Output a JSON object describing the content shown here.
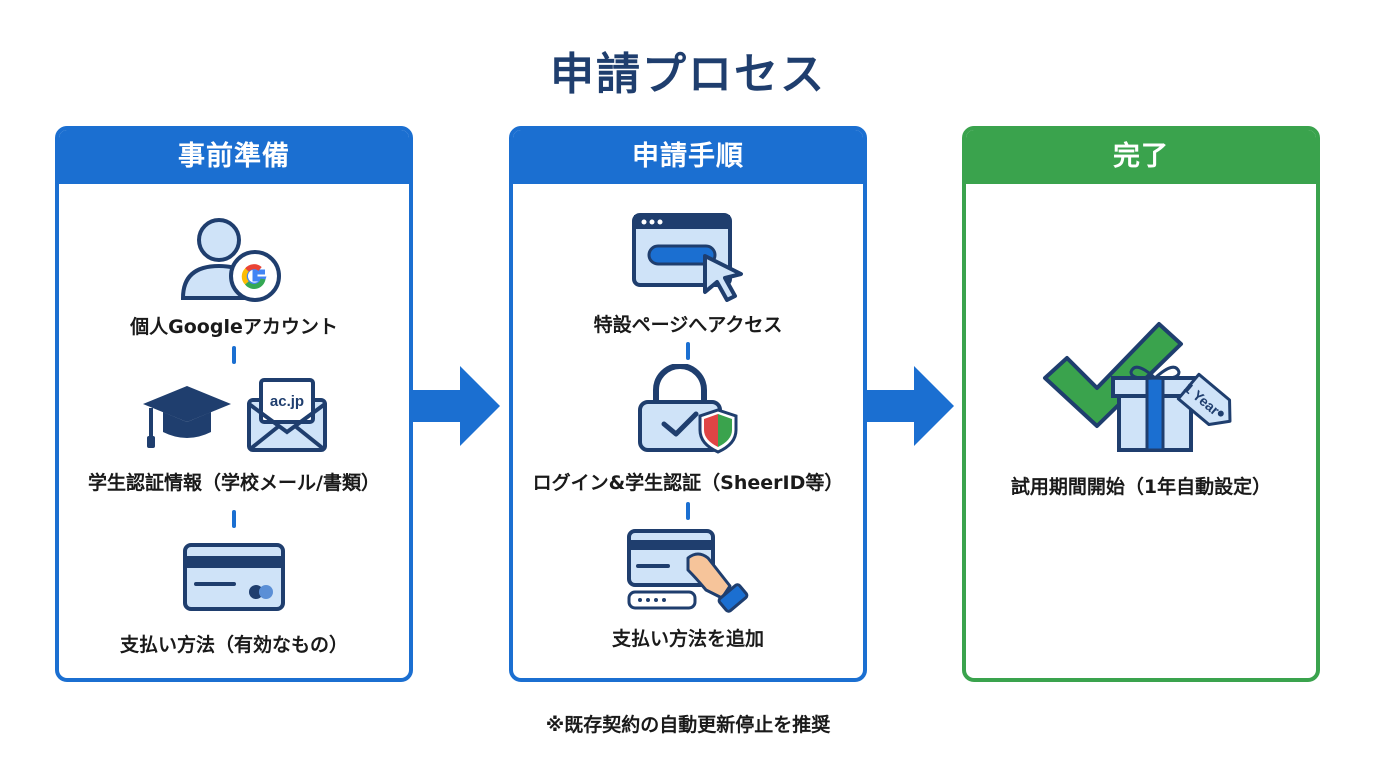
{
  "title": "申請プロセス",
  "panels": [
    {
      "heading": "事前準備",
      "items": [
        {
          "label": "個人Googleアカウント",
          "icon": "user-google-icon"
        },
        {
          "label": "学生認証情報（学校メール/書類）",
          "icon": "graduation-mail-icon",
          "badge": "ac.jp"
        },
        {
          "label": "支払い方法（有効なもの）",
          "icon": "credit-card-icon"
        }
      ]
    },
    {
      "heading": "申請手順",
      "items": [
        {
          "label": "特設ページへアクセス",
          "icon": "browser-cursor-icon"
        },
        {
          "label": "ログイン&学生認証（SheerID等）",
          "icon": "lock-shield-icon"
        },
        {
          "label": "支払い方法を追加",
          "icon": "card-hand-icon"
        }
      ]
    },
    {
      "heading": "完了",
      "items": [
        {
          "label": "試用期間開始（1年自動設定）",
          "icon": "check-gift-icon",
          "tag": "1 Year"
        }
      ]
    }
  ],
  "footnote": "※既存契約の自動更新停止を推奨",
  "colors": {
    "blue": "#1b6fd1",
    "green": "#3aa34d",
    "title": "#1f3e6e",
    "light": "#cfe3f8",
    "navy": "#1f3e6e"
  }
}
